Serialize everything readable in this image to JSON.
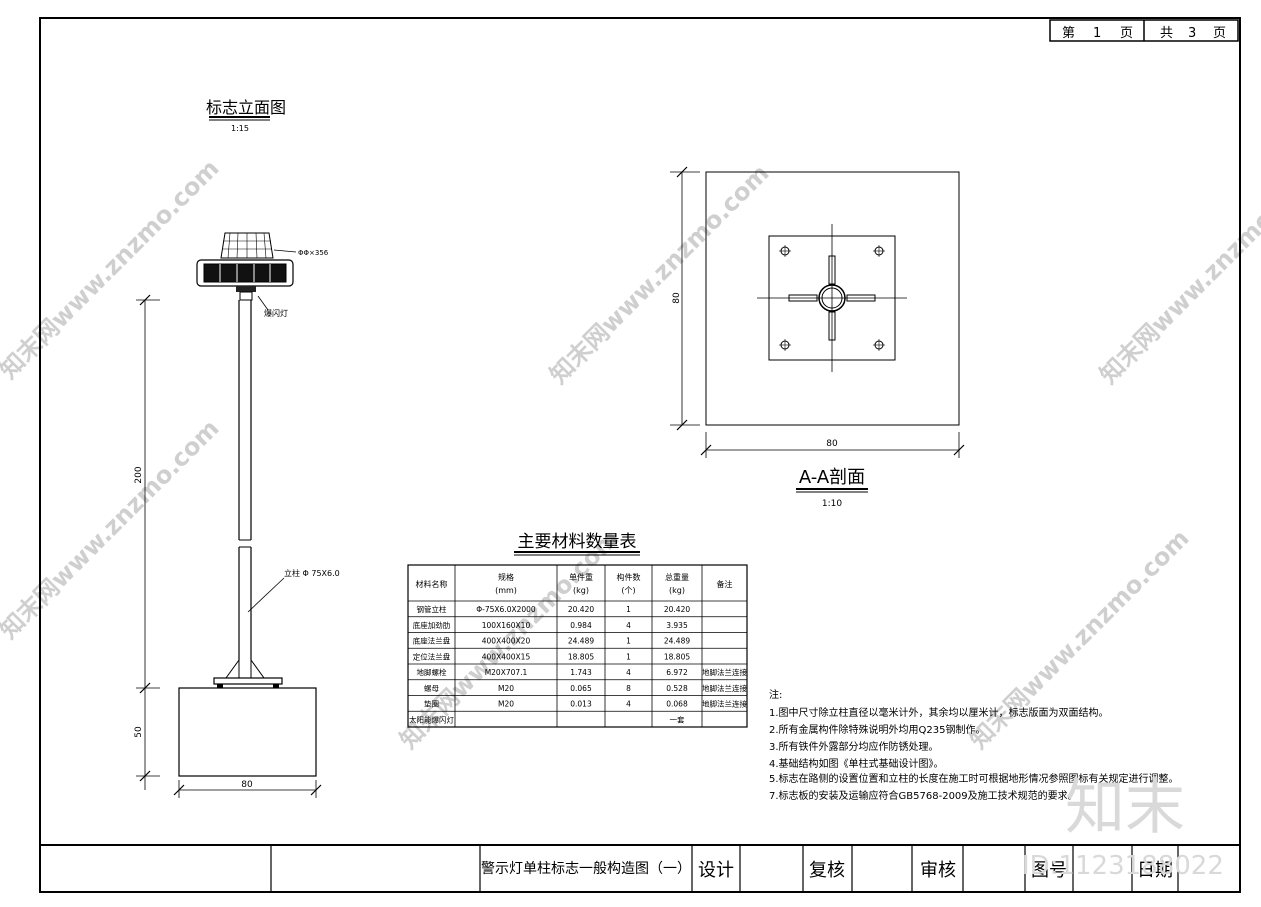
{
  "page_counter": {
    "prefix": "第",
    "page": "1",
    "page_unit": "页",
    "total_prefix": "共",
    "total": "3",
    "total_unit": "页"
  },
  "elevation": {
    "title": "标志立面图",
    "scale": "1:15",
    "solar_panel_size": "ΦΦ×356",
    "flash_lamp_label": "爆闪灯",
    "pole_label": "立柱 Φ 75X6.0",
    "dim_pole": "200",
    "dim_base": "50",
    "dim_width": "80"
  },
  "section": {
    "title": "A-A剖面",
    "scale": "1:10",
    "dim_height": "80",
    "dim_width": "80"
  },
  "materials_table": {
    "title": "主要材料数量表",
    "headers": [
      "材料名称",
      "规格\n(mm)",
      "单件重\n(kg)",
      "构件数\n(个)",
      "总重量\n(kg)",
      "备注"
    ],
    "rows": [
      [
        "钢管立柱",
        "Φ-75X6.0X2000",
        "20.420",
        "1",
        "20.420",
        ""
      ],
      [
        "底座加劲肋",
        "100X160X10",
        "0.984",
        "4",
        "3.935",
        ""
      ],
      [
        "底座法兰盘",
        "400X400X20",
        "24.489",
        "1",
        "24.489",
        ""
      ],
      [
        "定位法兰盘",
        "400X400X15",
        "18.805",
        "1",
        "18.805",
        ""
      ],
      [
        "地脚螺栓",
        "M20X707.1",
        "1.743",
        "4",
        "6.972",
        "地脚法兰连接"
      ],
      [
        "螺母",
        "M20",
        "0.065",
        "8",
        "0.528",
        "地脚法兰连接"
      ],
      [
        "垫圈",
        "M20",
        "0.013",
        "4",
        "0.068",
        "地脚法兰连接"
      ],
      [
        "太阳能爆闪灯",
        "",
        "",
        "",
        "一套",
        ""
      ]
    ]
  },
  "notes": {
    "heading": "注:",
    "items": [
      "1.图中尺寸除立柱直径以毫米计外，其余均以厘米计，标志版面为双面结构。",
      "2.所有金属构件除特殊说明外均用Q235钢制作。",
      "3.所有铁件外露部分均应作防锈处理。",
      "4.基础结构如图《单柱式基础设计图》。",
      "5.标志在路侧的设置位置和立柱的长度在施工时可根据地形情况参照图标有关规定进行调整。",
      "7.标志板的安装及运输应符合GB5768-2009及施工技术规范的要求。"
    ]
  },
  "title_block": {
    "drawing_title": "警示灯单柱标志一般构造图（一）",
    "design": "设计",
    "review": "复核",
    "approve": "审核",
    "drawing_no": "图号",
    "date": "日期"
  },
  "watermarks": {
    "site": "知末网www.znzmo.com",
    "brand": "知末",
    "id": "ID:1123188022"
  }
}
